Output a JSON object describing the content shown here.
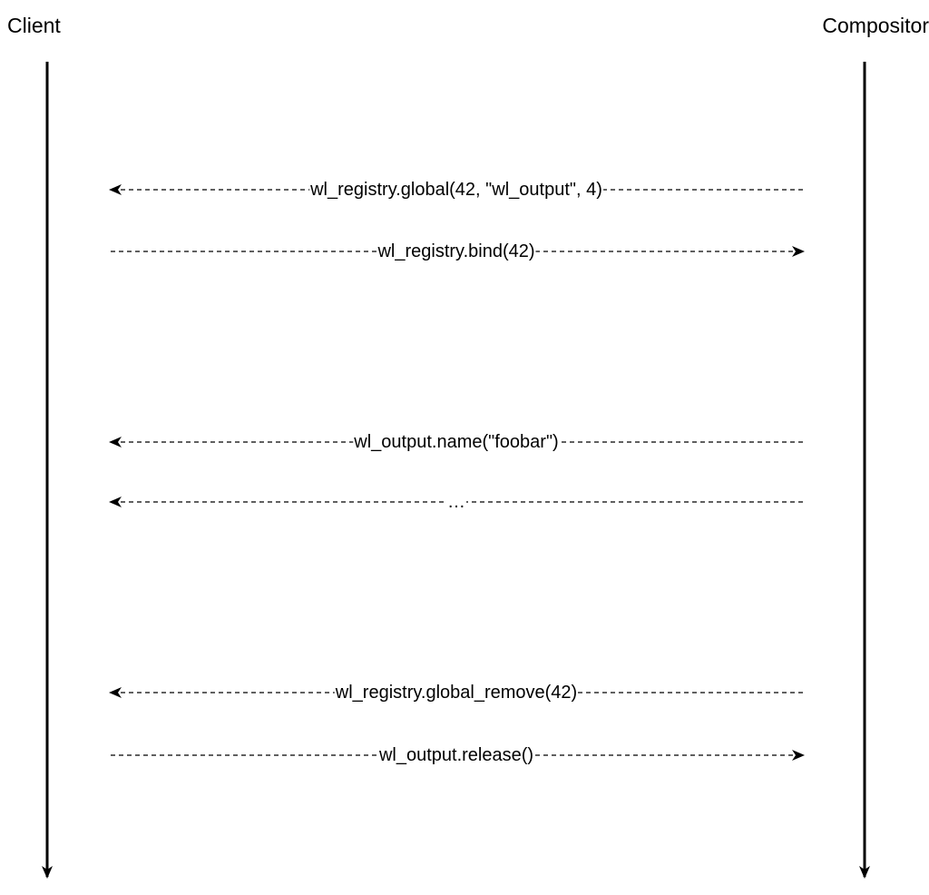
{
  "lanes": {
    "client": "Client",
    "compositor": "Compositor"
  },
  "messages": [
    {
      "label": "wl_registry.global(42, \"wl_output\", 4)",
      "direction": "to-client"
    },
    {
      "label": "wl_registry.bind(42)",
      "direction": "to-compositor"
    },
    {
      "label": "wl_output.name(\"foobar\")",
      "direction": "to-client"
    },
    {
      "label": "…",
      "direction": "to-client"
    },
    {
      "label": "wl_registry.global_remove(42)",
      "direction": "to-client"
    },
    {
      "label": "wl_output.release()",
      "direction": "to-compositor"
    }
  ],
  "colors": {
    "line": "#000000",
    "background": "#ffffff"
  }
}
